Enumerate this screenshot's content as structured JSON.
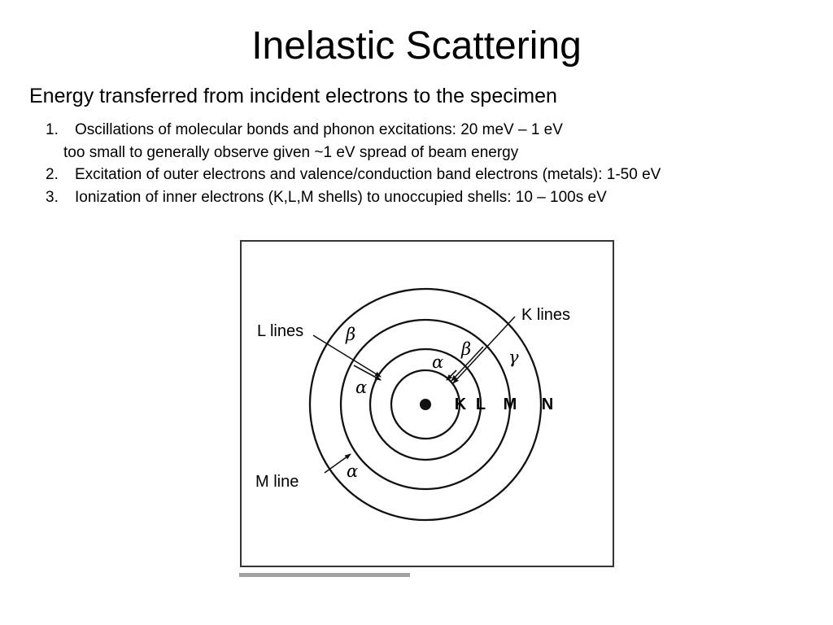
{
  "slide": {
    "title": "Inelastic Scattering",
    "subtitle": "Energy transferred from incident electrons to the specimen",
    "items": [
      {
        "number": "1.",
        "text": "Oscillations of molecular bonds and phonon excitations: 20 meV – 1 eV",
        "continuation": "too small to generally observe given ~1 eV spread of beam energy"
      },
      {
        "number": "2.",
        "text": "Excitation of outer electrons and valence/conduction band electrons (metals): 1-50 eV"
      },
      {
        "number": "3.",
        "text": "Ionization of inner electrons (K,L,M shells) to unoccupied shells: 10 – 100s eV"
      }
    ]
  },
  "figure": {
    "shell_labels": [
      "K",
      "L",
      "M",
      "N"
    ],
    "line_labels": {
      "l_lines": "L lines",
      "k_lines": "K lines",
      "m_line": "M line"
    },
    "greek": {
      "alpha": "α",
      "beta": "β",
      "gamma": "γ"
    },
    "colors": {
      "ink": "#111111",
      "frame": "#333333"
    }
  }
}
